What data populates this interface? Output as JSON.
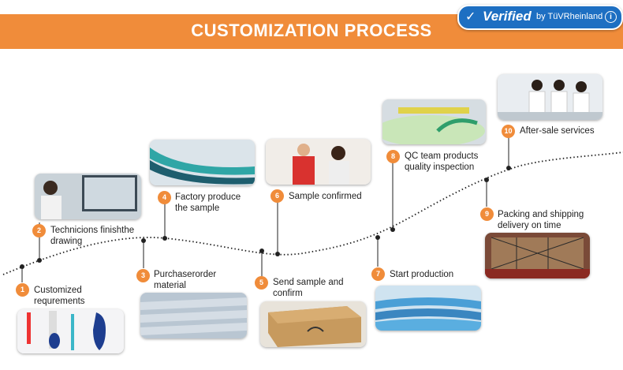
{
  "header": {
    "title": "CUSTOMIZATION PROCESS",
    "bar_color": "#f08c3a"
  },
  "badge": {
    "verified_text": "Verified",
    "by_text": "by TüVRheinland",
    "check_icon": "check-icon",
    "info_icon": "info-icon",
    "color": "#1d6fc2"
  },
  "steps": [
    {
      "number": "1",
      "line1": "Customized",
      "line2": "requrements"
    },
    {
      "number": "2",
      "line1": "Technicions finishthe",
      "line2": "drawing"
    },
    {
      "number": "3",
      "line1": "Purchaserorder",
      "line2": "material"
    },
    {
      "number": "4",
      "line1": "Factory produce",
      "line2": "the sample"
    },
    {
      "number": "5",
      "line1": "Send sample and",
      "line2": "confirm"
    },
    {
      "number": "6",
      "line1": "Sample confirmed",
      "line2": ""
    },
    {
      "number": "7",
      "line1": "Start production",
      "line2": ""
    },
    {
      "number": "8",
      "line1": "QC team products",
      "line2": "quality inspection"
    },
    {
      "number": "9",
      "line1": "Packing and shipping",
      "line2": "delivery on time"
    },
    {
      "number": "10",
      "line1": "After-sale services",
      "line2": ""
    }
  ],
  "accent_color": "#f08c3a"
}
